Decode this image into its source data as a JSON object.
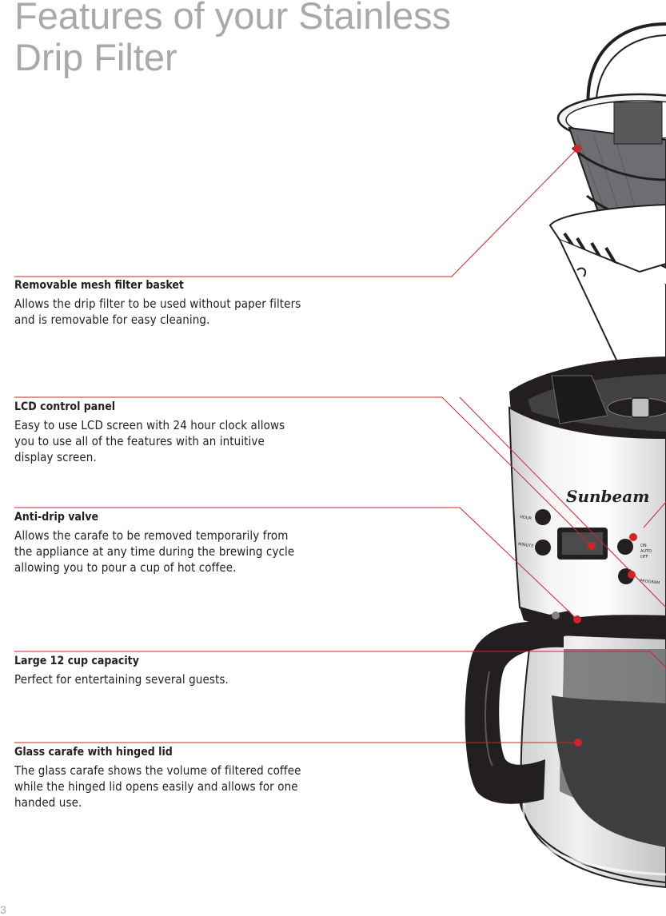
{
  "page": {
    "title": "Features of your Stainless Drip Filter",
    "page_number": "3"
  },
  "features": [
    {
      "heading": "Removable mesh filter basket",
      "text": "Allows the drip filter to be used without paper filters and is removable for easy cleaning."
    },
    {
      "heading": "LCD control panel",
      "text": "Easy to use LCD screen with 24 hour clock allows you to use all of the features with an intuitive display screen."
    },
    {
      "heading": "Anti-drip valve",
      "text": "Allows the carafe to be removed temporarily from the appliance at any time during the brewing cycle allowing you to pour a cup of hot coffee."
    },
    {
      "heading": "Large 12 cup capacity",
      "text": "Perfect for entertaining several guests."
    },
    {
      "heading": "Glass carafe with hinged lid",
      "text": "The glass carafe shows the volume of filtered coffee while the hinged lid opens easily and allows for one handed use."
    }
  ],
  "appliance": {
    "brand_logo": "Sunbeam",
    "button_hour": "HOUR",
    "button_minute": "MINUTE",
    "mode_on": "ON",
    "mode_auto": "AUTO",
    "mode_off": "OFF",
    "button_program": "PROGRAM"
  },
  "colors": {
    "accent_red": "#d2232a",
    "title_grey": "#a7a9ac",
    "text": "#231f20"
  }
}
